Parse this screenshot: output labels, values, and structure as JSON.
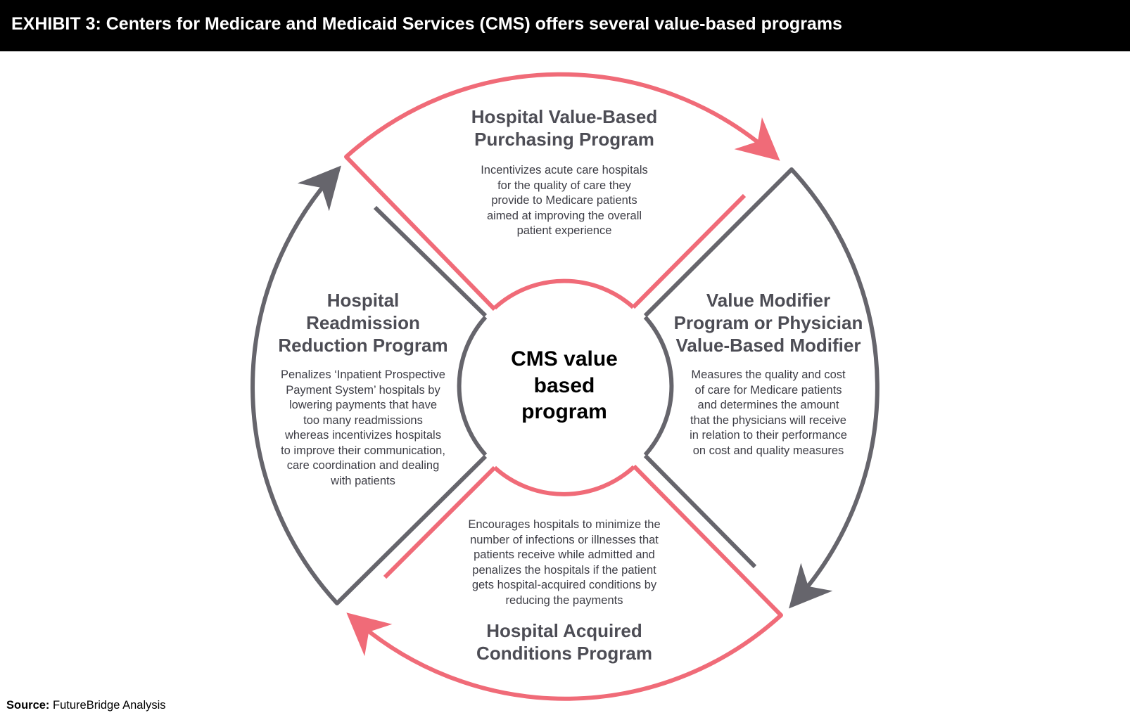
{
  "header": {
    "title": "EXHIBIT 3: Centers for Medicare and Medicaid Services (CMS) offers several value-based programs"
  },
  "diagram": {
    "center": {
      "lines": [
        "CMS value",
        "based",
        "program"
      ]
    },
    "quadrants": {
      "top": {
        "title_lines": [
          "Hospital Value-Based",
          "Purchasing Program"
        ],
        "desc_lines": [
          "Incentivizes acute care hospitals",
          "for the quality of care they",
          "provide to Medicare patients",
          "aimed at improving the overall",
          "patient experience"
        ]
      },
      "right": {
        "title_lines": [
          "Value Modifier",
          "Program or Physician",
          "Value-Based Modifier"
        ],
        "desc_lines": [
          "Measures the quality and cost",
          "of care for Medicare patients",
          "and determines the amount",
          "that the physicians will receive",
          "in relation to their performance",
          "on cost and quality measures"
        ]
      },
      "bottom": {
        "title_lines": [
          "Hospital Acquired",
          "Conditions Program"
        ],
        "desc_lines": [
          "Encourages hospitals to minimize the",
          "number of infections or illnesses that",
          "patients receive while admitted and",
          "penalizes the hospitals if the patient",
          "gets hospital-acquired conditions by",
          "reducing the payments"
        ]
      },
      "left": {
        "title_lines": [
          "Hospital",
          "Readmission",
          "Reduction Program"
        ],
        "desc_lines": [
          "Penalizes ‘Inpatient Prospective",
          "Payment System’ hospitals by",
          "lowering payments that have",
          "too many readmissions",
          "whereas incentivizes hospitals",
          "to improve their communication,",
          "care coordination and dealing",
          "with patients"
        ]
      }
    },
    "colors": {
      "pink": "#f06b78",
      "gray": "#66656c",
      "text": "#4d4d55"
    }
  },
  "source": {
    "label": "Source:",
    "text": "FutureBridge Analysis"
  }
}
